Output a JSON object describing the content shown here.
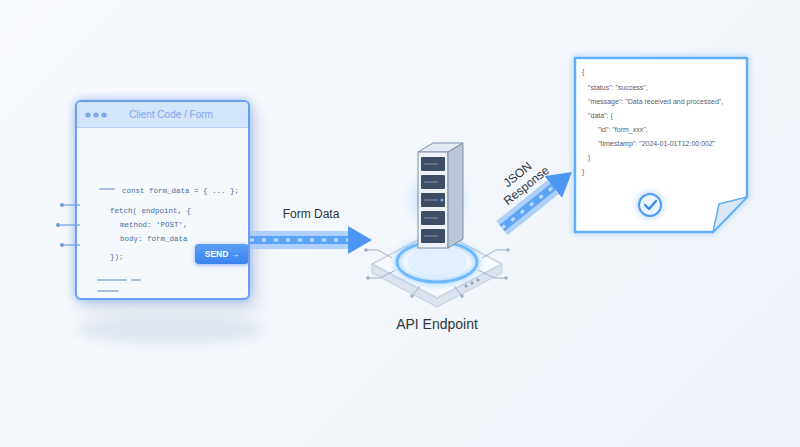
{
  "diagram": {
    "nodes": [
      {
        "text": [
          "Client Code / Form",
          "const form_data = { ... };",
          "fetch( endpoint, {",
          "method: 'POST',",
          "body: form_data",
          "});"
        ]
      },
      {
        "text": [
          "SEND →"
        ],
        "in": 0
      },
      {
        "text": [
          "API Endpoint"
        ]
      },
      {
        "text": [
          "{",
          "\"status\": \"success\",",
          "\"message\": \"Data received and processed\",",
          "\"data\": {",
          "\"id\": \"form_xxx\",",
          "\"timestamp\": \"2024-01-01T12:00:00Z\"",
          "}",
          "}"
        ]
      }
    ],
    "edges": [
      {
        "from": 0,
        "to": 2,
        "label": "Form Data",
        "arrow": "to"
      },
      {
        "from": 2,
        "to": 3,
        "label": "JSON Response",
        "arrow": "to"
      }
    ]
  }
}
